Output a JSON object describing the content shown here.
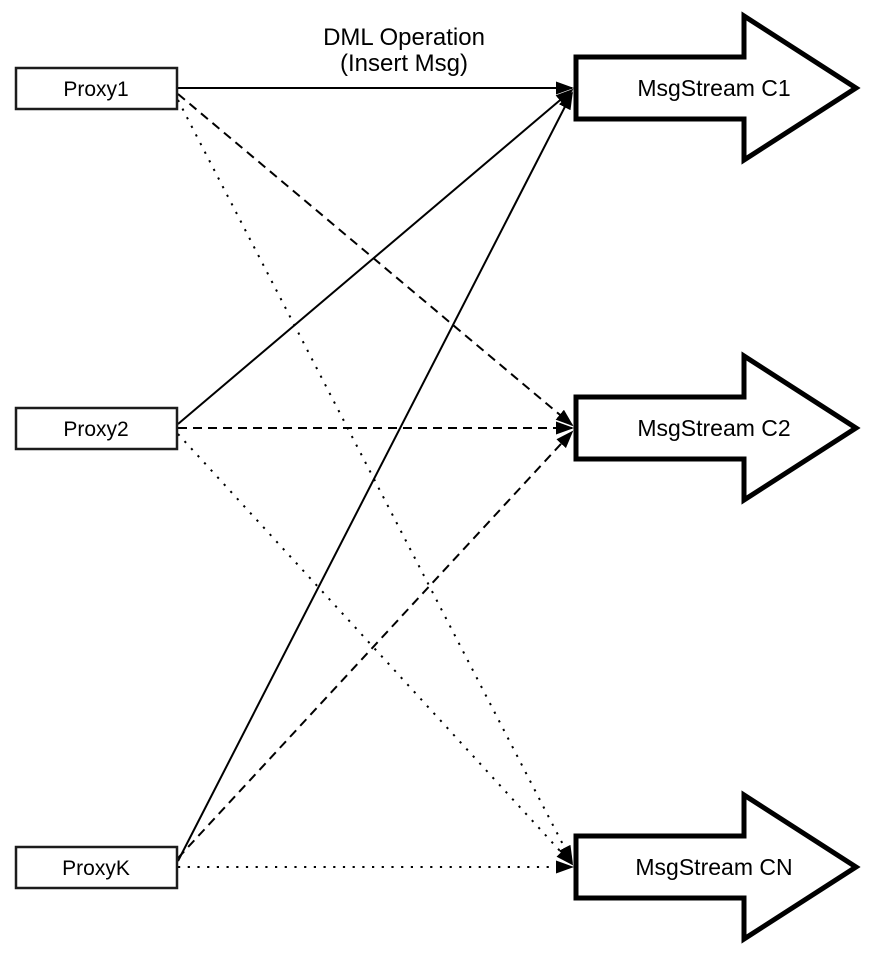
{
  "diagram": {
    "title_line1": "DML Operation",
    "title_line2": "(Insert Msg)",
    "background_color": "#ffffff",
    "line_color": "#000000"
  },
  "proxies": [
    {
      "label": "Proxy1"
    },
    {
      "label": "Proxy2"
    },
    {
      "label": "ProxyK"
    }
  ],
  "streams": [
    {
      "label": "MsgStream C1"
    },
    {
      "label": "MsgStream C2"
    },
    {
      "label": "MsgStream CN"
    }
  ],
  "connections": [
    {
      "from": "Proxy1",
      "to": "MsgStream C1",
      "style": "solid",
      "dash": "none"
    },
    {
      "from": "Proxy2",
      "to": "MsgStream C1",
      "style": "solid",
      "dash": "none"
    },
    {
      "from": "ProxyK",
      "to": "MsgStream C1",
      "style": "solid",
      "dash": "none"
    },
    {
      "from": "Proxy1",
      "to": "MsgStream C2",
      "style": "dashed",
      "dash": "9 6"
    },
    {
      "from": "Proxy2",
      "to": "MsgStream C2",
      "style": "dashed",
      "dash": "9 6"
    },
    {
      "from": "ProxyK",
      "to": "MsgStream C2",
      "style": "dashed",
      "dash": "9 6"
    },
    {
      "from": "Proxy1",
      "to": "MsgStream CN",
      "style": "dotted",
      "dash": "2.2 7.5"
    },
    {
      "from": "Proxy2",
      "to": "MsgStream CN",
      "style": "dotted",
      "dash": "2.2 7.5"
    },
    {
      "from": "ProxyK",
      "to": "MsgStream CN",
      "style": "dotted",
      "dash": "2.2 7.5"
    }
  ]
}
